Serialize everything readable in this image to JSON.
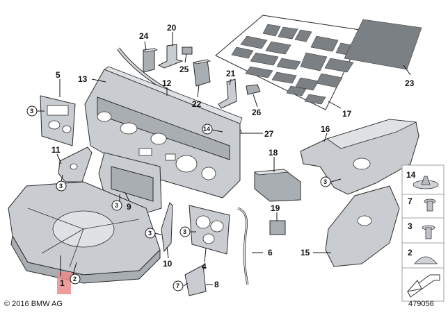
{
  "diagram": {
    "copyright": "© 2016 BMW AG",
    "diagram_id": "479056",
    "callouts": [
      "1",
      "2",
      "3",
      "4",
      "5",
      "6",
      "7",
      "8",
      "9",
      "10",
      "11",
      "12",
      "13",
      "14",
      "15",
      "16",
      "17",
      "18",
      "19",
      "20",
      "21",
      "22",
      "23",
      "24",
      "25",
      "26",
      "27"
    ],
    "circle_callouts": [
      "3",
      "3",
      "3",
      "3",
      "3",
      "3",
      "2",
      "7",
      "14"
    ],
    "legend": [
      {
        "label": "14"
      },
      {
        "label": "7"
      },
      {
        "label": "3"
      },
      {
        "label": "2"
      }
    ]
  }
}
